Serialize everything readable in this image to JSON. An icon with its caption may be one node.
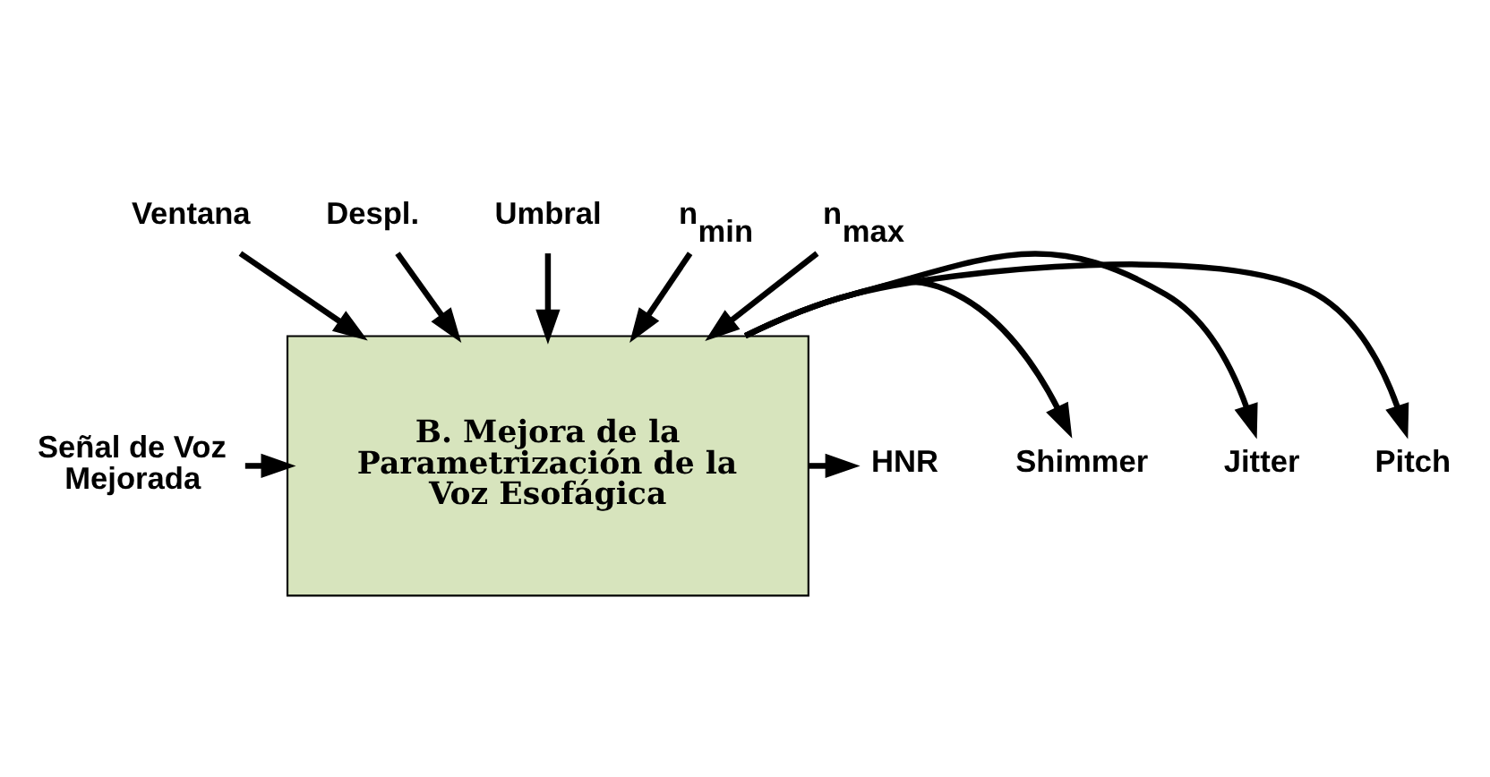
{
  "diagram": {
    "nodes": [
      {
        "text": [
          "B. Mejora de la Parametrización de la Voz Esofágica"
        ]
      },
      {
        "text": [
          "Señal de Voz Mejorada"
        ]
      },
      {
        "text": [
          "Ventana"
        ]
      },
      {
        "text": [
          "Despl."
        ]
      },
      {
        "text": [
          "Umbral"
        ]
      },
      {
        "text": [
          "n$_{min}$"
        ]
      },
      {
        "text": [
          "n$_{max}$"
        ]
      },
      {
        "text": [
          "Pitch"
        ]
      },
      {
        "text": [
          "Jitter"
        ]
      },
      {
        "text": [
          "Shimmer"
        ]
      },
      {
        "text": [
          "HNR"
        ]
      }
    ],
    "edges": [
      {
        "from": 1,
        "to": 0,
        "arrow": "to"
      },
      {
        "from": 2,
        "to": 0,
        "arrow": "to"
      },
      {
        "from": 3,
        "to": 0,
        "arrow": "to"
      },
      {
        "from": 4,
        "to": 0,
        "arrow": "to"
      },
      {
        "from": 5,
        "to": 0,
        "arrow": "to"
      },
      {
        "from": 6,
        "to": 0,
        "arrow": "to"
      },
      {
        "from": 0,
        "to": 7,
        "arrow": "to"
      },
      {
        "from": 0,
        "to": 8,
        "arrow": "to"
      },
      {
        "from": 0,
        "to": 9,
        "arrow": "to"
      },
      {
        "from": 0,
        "to": 10,
        "arrow": "to"
      }
    ]
  }
}
